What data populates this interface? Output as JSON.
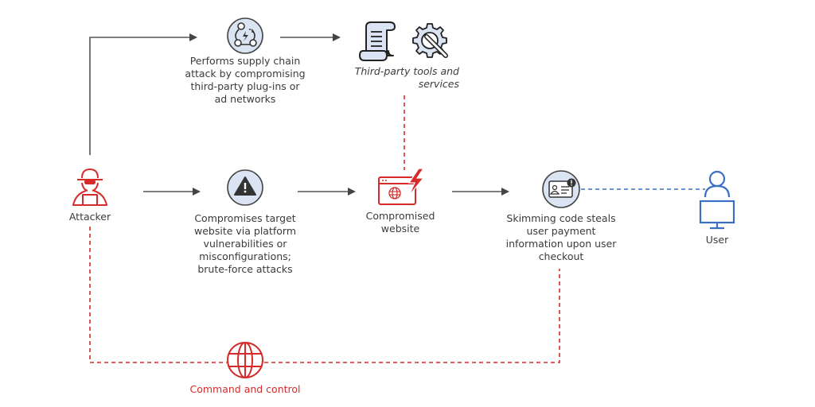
{
  "colors": {
    "arrow": "#444444",
    "attack_red": "#d62b2b",
    "user_blue": "#3b6fc4",
    "icon_fill": "#dbe4f3",
    "text": "#3b3b3b"
  },
  "nodes": {
    "attacker": {
      "label": "Attacker",
      "icon": "hooded-hacker-laptop-icon"
    },
    "supply_chain": {
      "icon": "supply-chain-network-icon",
      "lines": [
        "Performs supply chain",
        "attack by compromising",
        "third-party plug-ins or",
        "ad networks"
      ]
    },
    "third_party": {
      "icons": [
        "script-scroll-icon",
        "gear-wrench-icon"
      ],
      "lines": [
        "Third-party tools and",
        "services"
      ]
    },
    "compromise_target": {
      "icon": "warning-triangle-icon",
      "lines": [
        "Compromises target",
        "website via platform",
        "vulnerabilities or",
        "misconfigurations;",
        "brute-force attacks"
      ]
    },
    "compromised_website": {
      "icon": "browser-window-globe-lightning-icon",
      "lines": [
        "Compromised",
        "website"
      ]
    },
    "skimming": {
      "icon": "id-card-alert-icon",
      "lines": [
        "Skimming code steals",
        "user payment",
        "information upon user",
        "checkout"
      ]
    },
    "user": {
      "label": "User",
      "icon": "user-at-monitor-icon"
    },
    "c2": {
      "label": "Command and control",
      "icon": "globe-icon"
    }
  }
}
